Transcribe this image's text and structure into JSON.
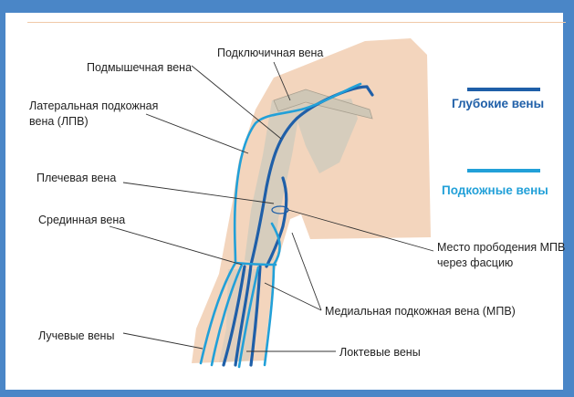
{
  "labels": {
    "axillary": "Подмышечная вена",
    "subclavian": "Подключичная вена",
    "lateral_1": "Латеральная подкожная",
    "lateral_2": "вена (ЛПВ)",
    "brachial": "Плечевая вена",
    "median": "Срединная вена",
    "radial": "Лучевые вены",
    "perforation_1": "Место прободения МПВ",
    "perforation_2": "через фасцию",
    "medial": "Медиальная подкожная вена (МПВ)",
    "ulnar": "Локтевые вены"
  },
  "legend": {
    "deep": "Глубокие вены",
    "superficial": "Подкожные вены"
  },
  "colors": {
    "deep_vein": "#1f5fa8",
    "superficial_vein": "#22a0d8",
    "skin": "#f3d5bd",
    "bone": "#cfc7b6",
    "background_frame": "#4a86c7"
  }
}
